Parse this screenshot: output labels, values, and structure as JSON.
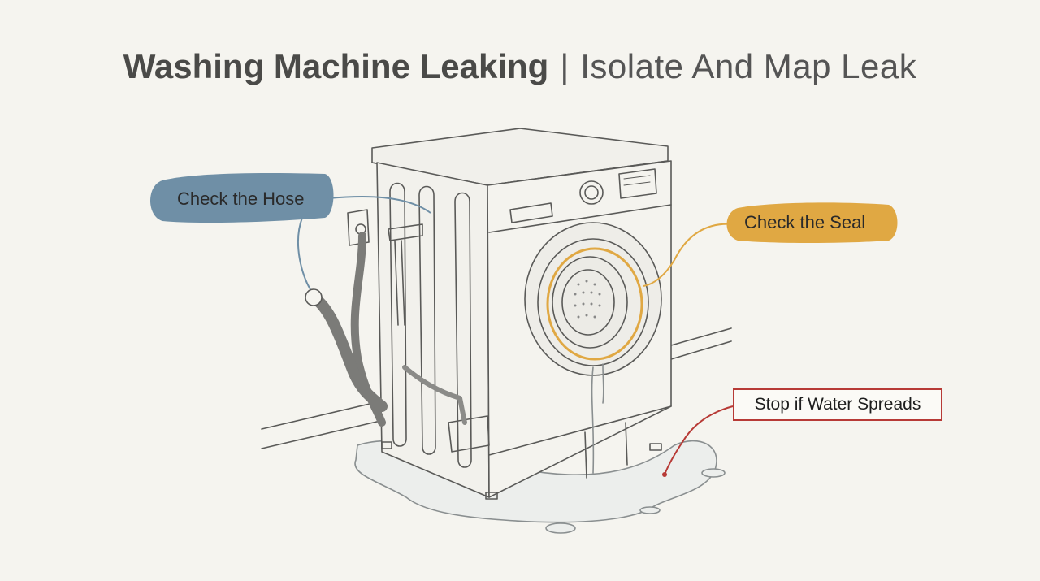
{
  "title": {
    "main": "Washing Machine Leaking",
    "separator": "|",
    "sub": "Isolate And Map Leak"
  },
  "labels": {
    "hose": "Check the Hose",
    "seal": "Check the Seal",
    "stop": "Stop if Water Spreads"
  },
  "colors": {
    "background": "#f5f4ef",
    "hose_accent": "#6f8fa6",
    "seal_accent": "#e0a843",
    "stop_accent": "#b73a36",
    "ink": "#4a4a48"
  }
}
